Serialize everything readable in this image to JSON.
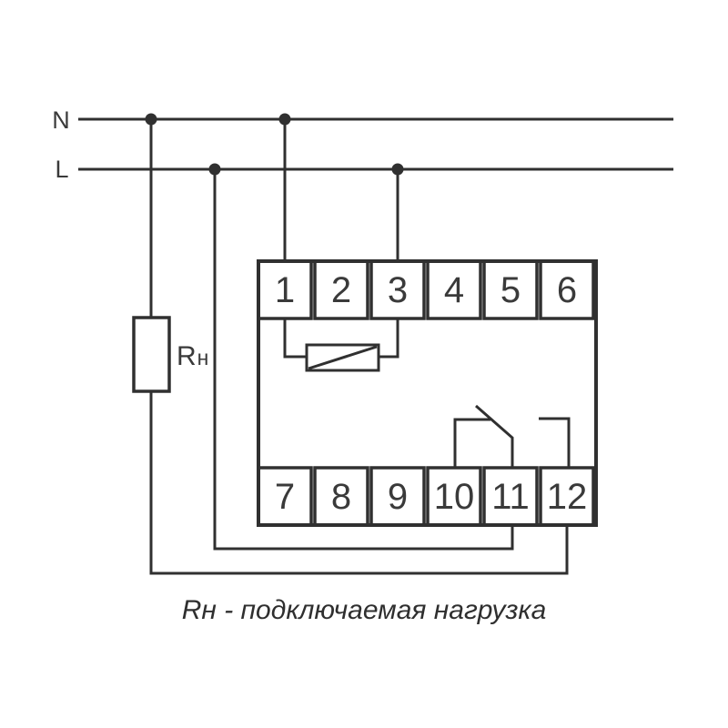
{
  "page": {
    "background": "#ffffff"
  },
  "diagram": {
    "type": "wiring-connection-diagram",
    "line_color": "#303030",
    "text_color": "#3a3a3a",
    "power_lines": {
      "neutral_label": "N",
      "line_label": "L"
    },
    "device": {
      "top_terminals": [
        "1",
        "2",
        "3",
        "4",
        "5",
        "6"
      ],
      "bottom_terminals": [
        "7",
        "8",
        "9",
        "10",
        "11",
        "12"
      ]
    },
    "load": {
      "r": "R",
      "sub": "н"
    },
    "caption": "Rн - подключаемая нагрузка"
  }
}
